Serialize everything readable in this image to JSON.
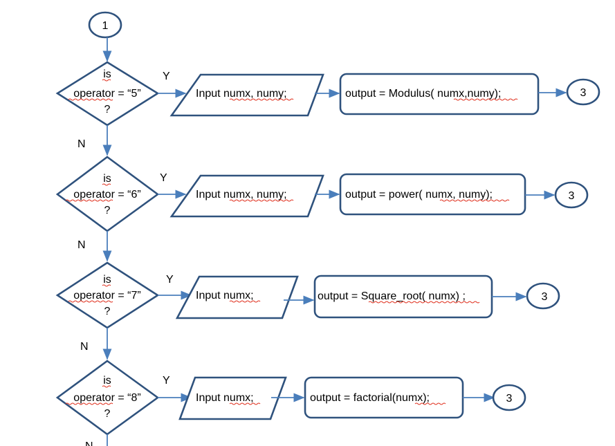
{
  "start_connector": "1",
  "yes_label": "Y",
  "no_label": "N",
  "branches": [
    {
      "decision": {
        "line1": "is",
        "line2": "operator = “5”",
        "line3": "?"
      },
      "input": "Input numx, numy;",
      "process": "output = Modulus( numx,numy);",
      "connector": "3"
    },
    {
      "decision": {
        "line1": "is",
        "line2": "operator = “6”",
        "line3": "?"
      },
      "input": "Input numx, numy;",
      "process": "output = power( numx, numy);",
      "connector": "3"
    },
    {
      "decision": {
        "line1": "is",
        "line2": "operator = “7”",
        "line3": "?"
      },
      "input": "Input numx;",
      "process": "output = Square_root( numx) ;",
      "connector": "3"
    },
    {
      "decision": {
        "line1": "is",
        "line2": "operator = “8”",
        "line3": "?"
      },
      "input": "Input numx;",
      "process": "output = factorial(numx);",
      "connector": "3"
    }
  ]
}
